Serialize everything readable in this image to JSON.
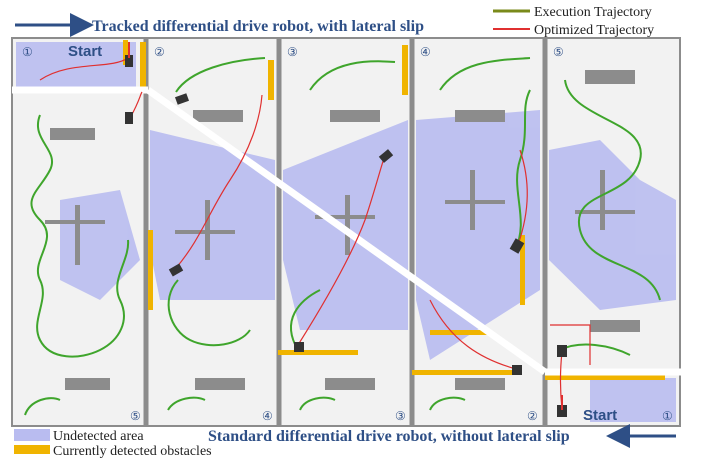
{
  "top_title": "Tracked differential drive robot, with lateral slip",
  "bottom_title": "Standard differential drive robot, without lateral slip",
  "legend_top": [
    {
      "label": "Execution Trajectory",
      "color": "#7a8a1a"
    },
    {
      "label": "Optimized Trajectory",
      "color": "#e03030"
    }
  ],
  "legend_bottom": [
    {
      "label": "Undetected area",
      "color": "#b9bcf0"
    },
    {
      "label": "Currently detected obstacles",
      "color": "#f0b400"
    }
  ],
  "top_panel_numbers": [
    "①",
    "②",
    "③",
    "④",
    "⑤"
  ],
  "bottom_panel_numbers": [
    "⑤",
    "④",
    "③",
    "②",
    "①"
  ],
  "start_label": "Start",
  "colors": {
    "title_blue": "#2e4f86",
    "floor": "#f2f2f2",
    "wall": "#8c8c8c",
    "undetected": "#b9bcf0",
    "obstacle": "#f0b400",
    "green_path": "#3fa52c",
    "red_path": "#e03030",
    "diagonal": "#ffffff"
  }
}
